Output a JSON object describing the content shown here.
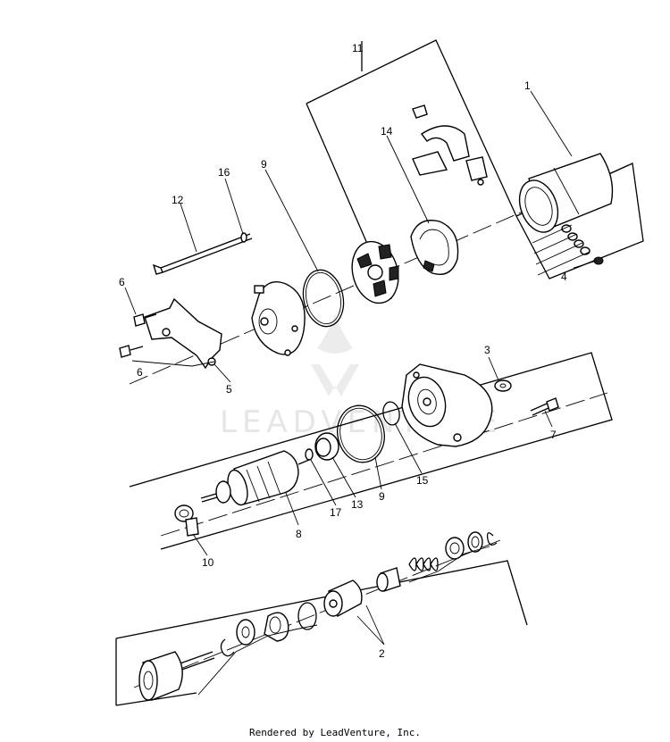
{
  "watermark": {
    "text": "LEADVENTURE"
  },
  "credit": "Rendered by LeadVenture, Inc.",
  "callouts": {
    "c1": "1",
    "c2": "2",
    "c3": "3",
    "c4": "4",
    "c5": "5",
    "c6a": "6",
    "c6b": "6",
    "c7": "7",
    "c8": "8",
    "c9a": "9",
    "c9b": "9",
    "c10": "10",
    "c11": "11",
    "c12": "12",
    "c13": "13",
    "c14": "14",
    "c15": "15",
    "c16": "16",
    "c17": "17"
  }
}
